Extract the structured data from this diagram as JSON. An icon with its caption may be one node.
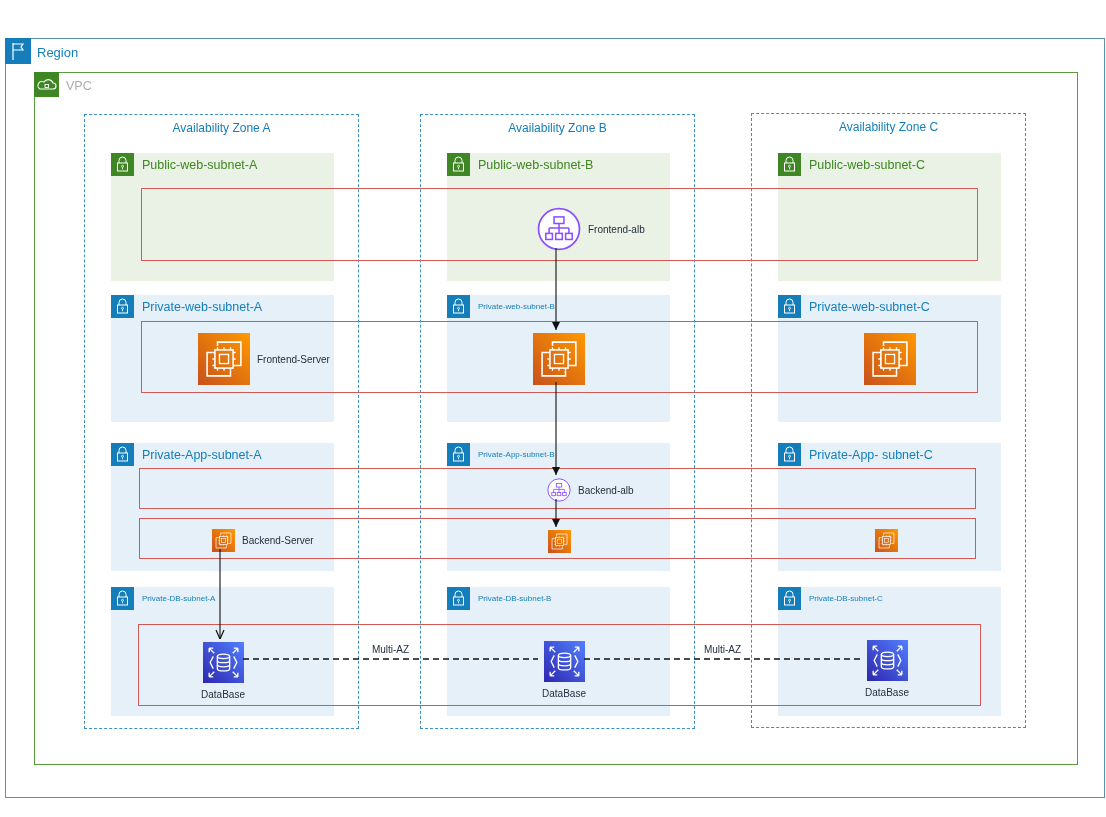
{
  "diagram": {
    "nodes": [
      {
        "text": [
          "Region"
        ]
      },
      {
        "text": [
          "VPC"
        ],
        "in": 0
      },
      {
        "text": [
          "Availability Zone A"
        ],
        "in": 1
      },
      {
        "text": [
          "Availability Zone B"
        ],
        "in": 1
      },
      {
        "text": [
          "Availability Zone C"
        ],
        "in": 1
      },
      {
        "text": [
          "Public-web-subnet-A"
        ],
        "in": 2
      },
      {
        "text": [
          "Public-web-subnet-B"
        ],
        "in": 3
      },
      {
        "text": [
          "Public-web-subnet-C"
        ],
        "in": 4
      },
      {
        "text": [
          "Private-web-subnet-A"
        ],
        "in": 2
      },
      {
        "text": [
          "Private-web-subnet-B"
        ],
        "in": 3
      },
      {
        "text": [
          "Private-web-subnet-C"
        ],
        "in": 4
      },
      {
        "text": [
          "Private-App-subnet-A"
        ],
        "in": 2
      },
      {
        "text": [
          "Private-App-subnet-B"
        ],
        "in": 3
      },
      {
        "text": [
          "Private-App- subnet-C"
        ],
        "in": 4
      },
      {
        "text": [
          "Private-DB-subnet-A"
        ],
        "in": 2
      },
      {
        "text": [
          "Private-DB-subnet-B"
        ],
        "in": 3
      },
      {
        "text": [
          "Private-DB-subnet-C"
        ],
        "in": 4
      },
      {
        "text": [
          "Frontend-alb"
        ],
        "in": 6
      },
      {
        "text": [
          "Frontend-Server"
        ],
        "in": 8
      },
      {
        "text": [],
        "shape": "picture",
        "in": 9
      },
      {
        "text": [],
        "shape": "picture",
        "in": 10
      },
      {
        "text": [
          "Backend-alb"
        ],
        "in": 12
      },
      {
        "text": [
          "Backend-Server"
        ],
        "in": 11
      },
      {
        "text": [],
        "shape": "picture",
        "in": 12
      },
      {
        "text": [],
        "shape": "picture",
        "in": 13
      },
      {
        "text": [
          "DataBase"
        ],
        "in": 14
      },
      {
        "text": [
          "DataBase"
        ],
        "in": 15
      },
      {
        "text": [
          "DataBase"
        ],
        "in": 16
      }
    ],
    "edges": [
      {
        "from": 17,
        "to": 19,
        "arrow": "to"
      },
      {
        "from": 19,
        "to": 21,
        "arrow": "to"
      },
      {
        "from": 21,
        "to": 23,
        "arrow": "to"
      },
      {
        "from": 22,
        "to": 25,
        "arrow": "to"
      },
      {
        "from": 25,
        "to": 26,
        "arrow": "none",
        "label": "Multi-AZ",
        "style": "dashed"
      },
      {
        "from": 26,
        "to": 27,
        "arrow": "none",
        "label": "Multi-AZ",
        "style": "dashed"
      }
    ]
  }
}
